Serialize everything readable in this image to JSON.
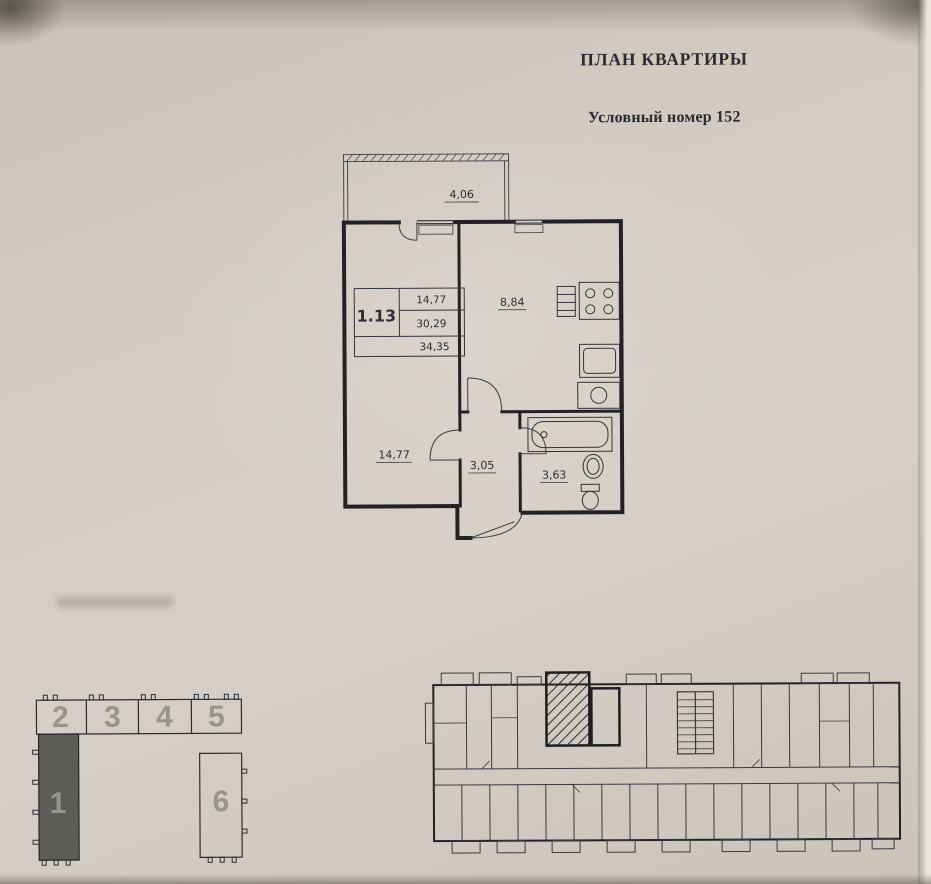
{
  "document": {
    "title": "ПЛАН КВАРТИРЫ",
    "subtitle": "Условный номер 152"
  },
  "apartment_plan": {
    "balcony_area": "4,06",
    "kitchen_area": "8,84",
    "room_area": "14,77",
    "hall_area": "3,05",
    "bathroom_area": "3,63",
    "stamp": {
      "apartment_number": "1.13",
      "living_area": "14,77",
      "apartment_area": "30,29",
      "total_area": "34,35"
    }
  },
  "building_scheme": {
    "top_sections": [
      "2",
      "3",
      "4",
      "5"
    ],
    "left_section": "1",
    "right_section": "6"
  }
}
